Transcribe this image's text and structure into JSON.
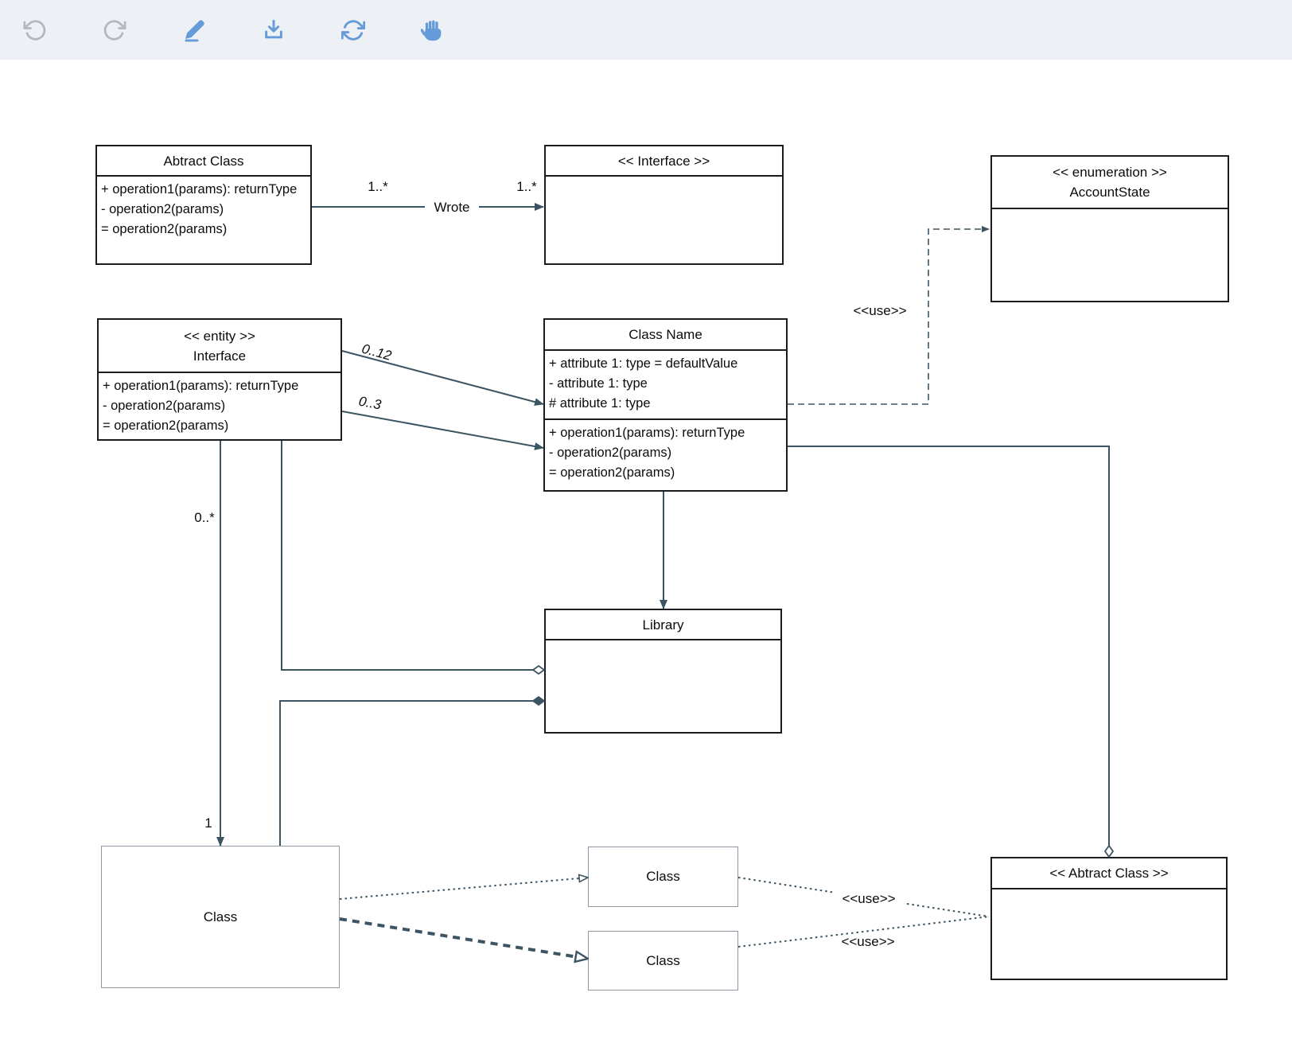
{
  "toolbar": {
    "buttons": [
      {
        "icon": "undo-icon"
      },
      {
        "icon": "redo-icon"
      },
      {
        "icon": "edit-pencil-icon"
      },
      {
        "icon": "download-icon"
      },
      {
        "icon": "sync-icon"
      },
      {
        "icon": "hand-pan-icon"
      }
    ]
  },
  "colors": {
    "connector": "#3d5462",
    "toolbar_blue": "#649bd8",
    "toolbar_gray": "#b3b8bf",
    "toolbar_bg": "#edf0f4"
  },
  "boxes": {
    "abstract_top": {
      "title": "Abtract Class",
      "ops": [
        "+ operation1(params): returnType",
        "- operation2(params)",
        "= operation2(params)"
      ]
    },
    "interface_top": {
      "title": "<< Interface >>"
    },
    "enumeration": {
      "stereotype": "<< enumeration >>",
      "name": "AccountState"
    },
    "entity_interface": {
      "stereotype": "<< entity >>",
      "name": "Interface",
      "ops": [
        "+ operation1(params): returnType",
        "- operation2(params)",
        "= operation2(params)"
      ]
    },
    "class_name": {
      "title": "Class Name",
      "attrs": [
        "+ attribute 1: type = defaultValue",
        "- attribute 1: type",
        "# attribute 1: type"
      ],
      "ops": [
        "+ operation1(params): returnType",
        "- operation2(params)",
        "= operation2(params)"
      ]
    },
    "library": {
      "title": "Library"
    },
    "class_big": {
      "title": "Class"
    },
    "class_small_top": {
      "title": "Class"
    },
    "class_small_bottom": {
      "title": "Class"
    },
    "abstract_bottom": {
      "title": "<< Abtract Class >>"
    }
  },
  "labels": {
    "wrote": "Wrote",
    "mult_left": "1..*",
    "mult_right": "1..*",
    "mult_0_12": "0..12",
    "mult_0_3": "0..3",
    "mult_0_star": "0..*",
    "mult_1": "1",
    "use_enum": "<<use>>",
    "use_top": "<<use>>",
    "use_bottom": "<<use>>"
  }
}
